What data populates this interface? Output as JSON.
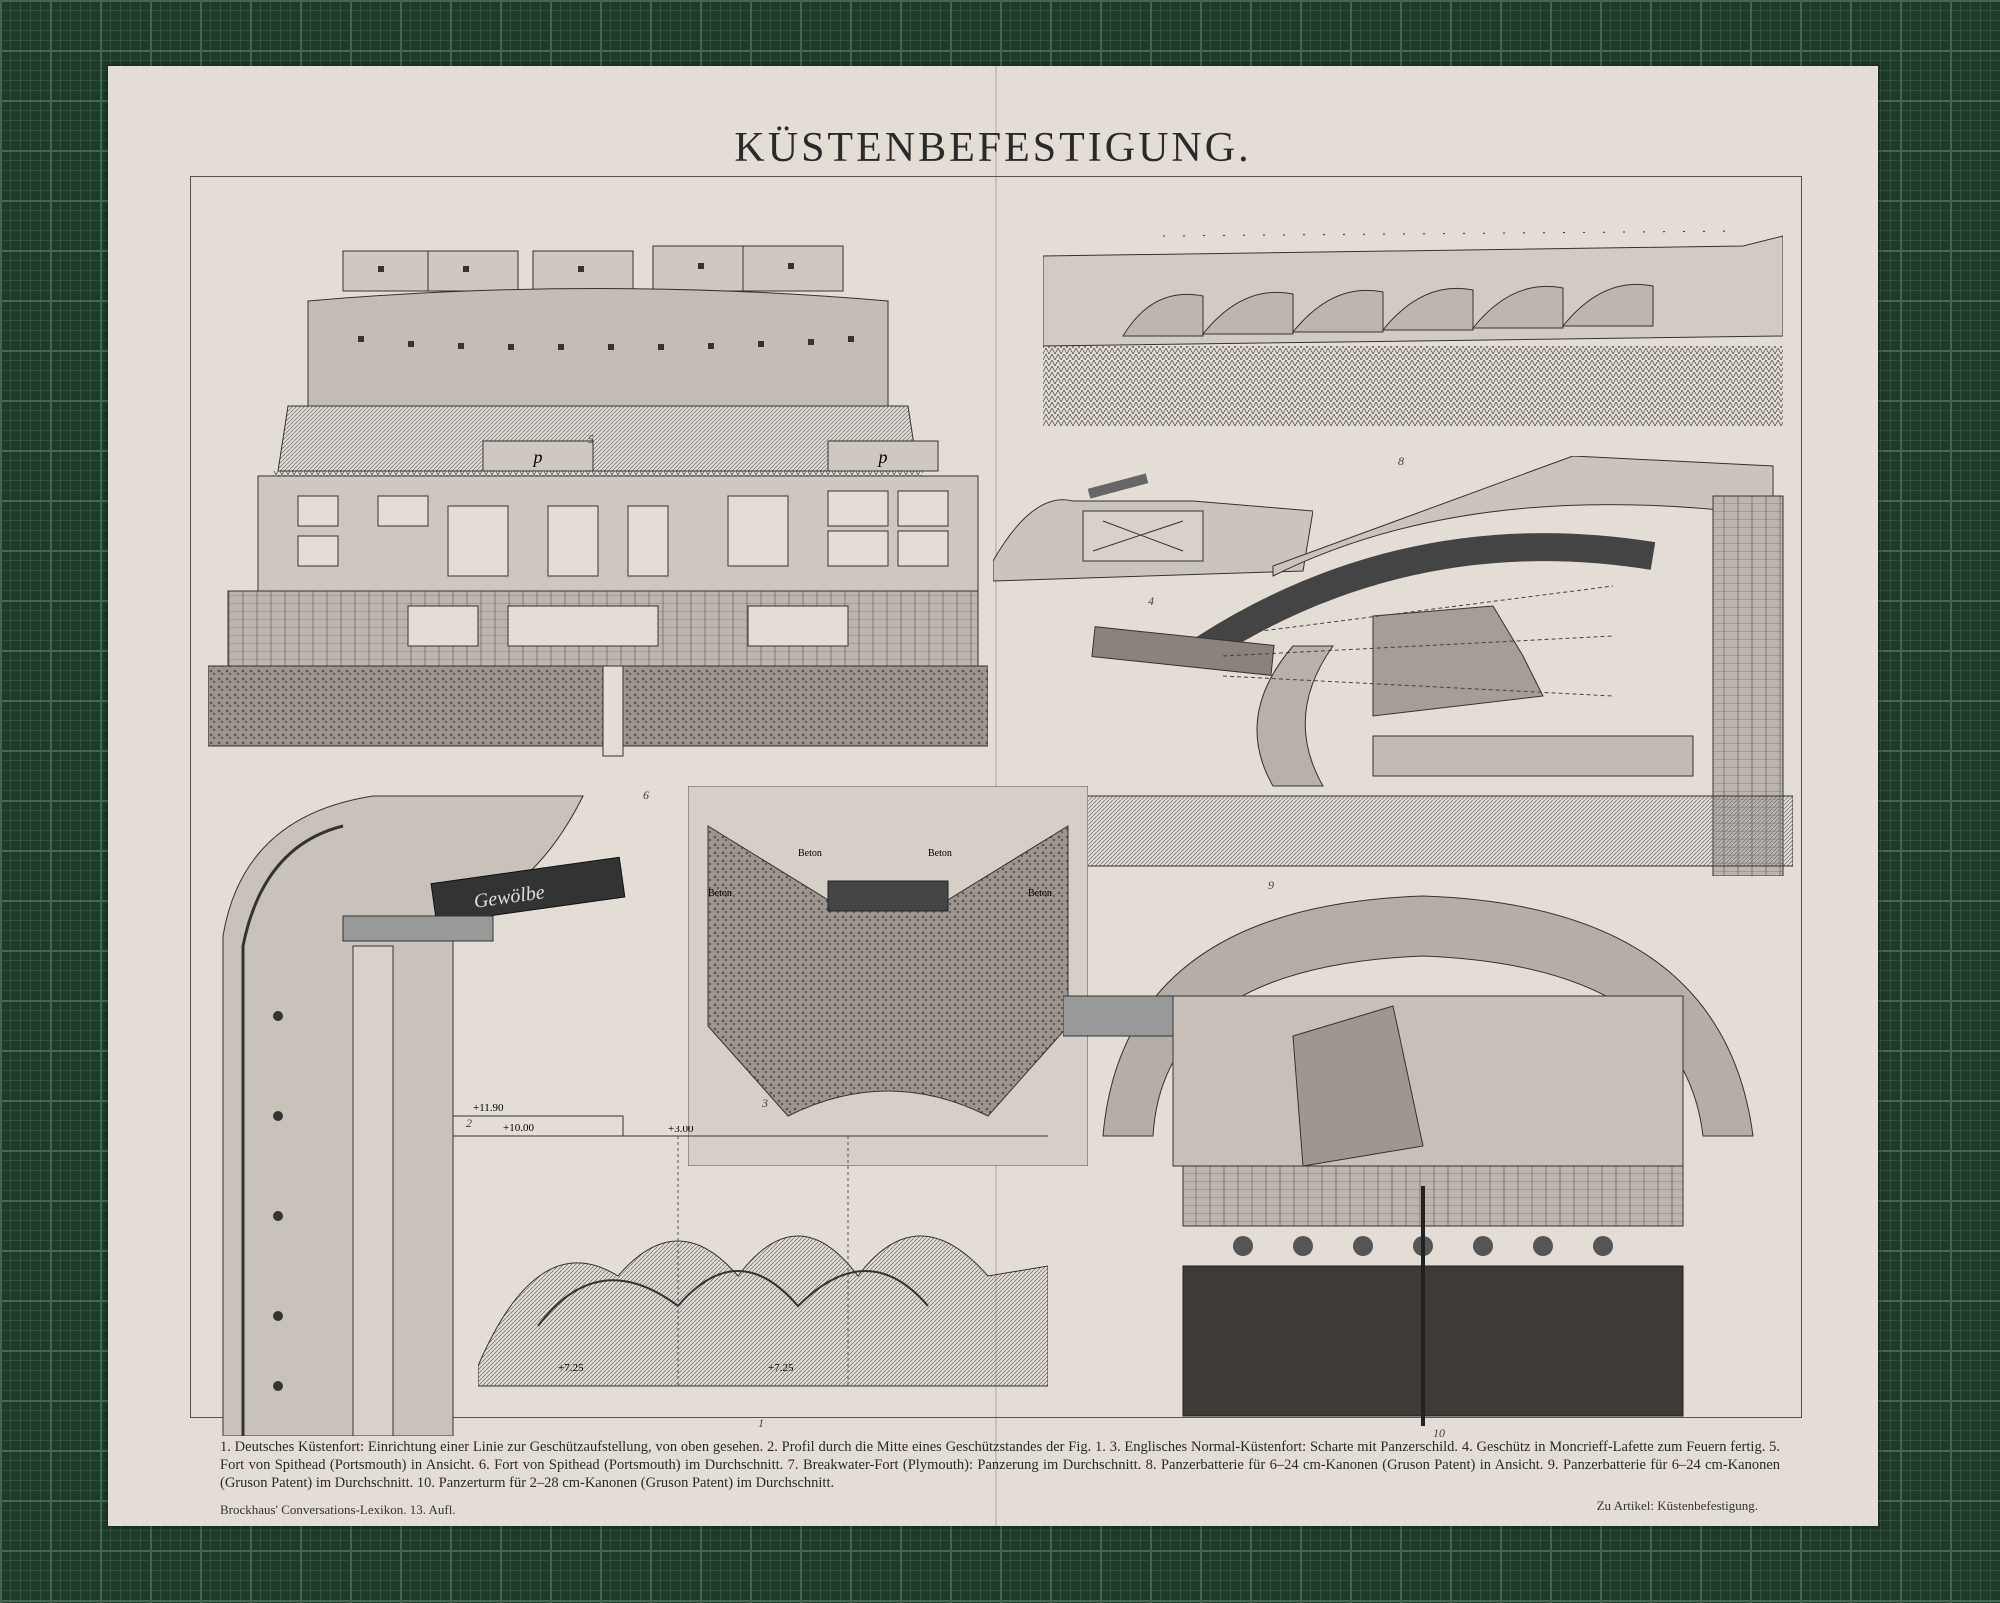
{
  "title": "KÜSTENBEFESTIGUNG.",
  "figure_numbers": [
    "1",
    "2",
    "3",
    "4",
    "5",
    "6",
    "8",
    "9",
    "10"
  ],
  "caption": "1. Deutsches Küstenfort: Einrichtung einer Linie zur Geschützaufstellung, von oben gesehen. 2. Profil durch die Mitte eines Geschützstandes der Fig. 1. 3. Englisches Normal-Küstenfort: Scharte mit Panzerschild. 4. Geschütz in Moncrieff-Lafette zum Feuern fertig. 5. Fort von Spithead (Portsmouth) in Ansicht. 6. Fort von Spithead (Portsmouth) im Durchschnitt. 7. Breakwater-Fort (Plymouth): Panzerung im Durchschnitt. 8. Panzerbatterie für 6–24 cm-Kanonen (Gruson Patent) in Ansicht. 9. Panzerbatterie für 6–24 cm-Kanonen (Gruson Patent) im Durchschnitt. 10. Panzerturm für 2–28 cm-Kanonen (Gruson Patent) im Durchschnitt.",
  "footer_left": "Brockhaus' Conversations-Lexikon. 13. Aufl.",
  "footer_right": "Zu Artikel: Küstenbefestigung.",
  "labels": {
    "gewolbe": "Gewölbe",
    "beton": "Beton",
    "p": "p",
    "dim_3": "+3.00",
    "dim_11": "+11.90",
    "dim_10": "+10.00",
    "dim_725": "+7.25"
  },
  "colors": {
    "paper": "#e3ddd6",
    "ink": "#2a2a2a",
    "board": "#1f3a2a",
    "grid": "#3f6b4d"
  }
}
